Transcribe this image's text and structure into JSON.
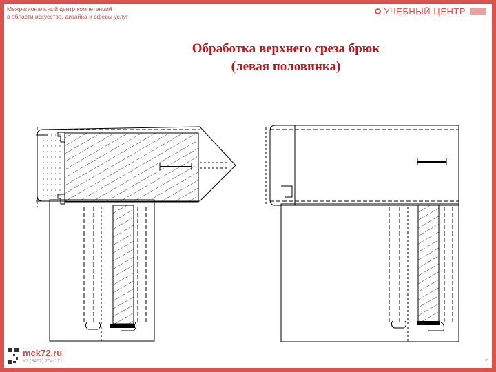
{
  "header": {
    "org_line1": "Межрегиональный центр компетенций",
    "org_line2": "в области искусства, дизайна и сферы услуг",
    "logo_text": "УЧЕБНЫЙ ЦЕНТР"
  },
  "title": {
    "line1": "Обработка  верхнего среза брюк",
    "line2": "(левая половинка)"
  },
  "footer": {
    "site": "mck72.ru",
    "phone": "+7 (3452) 204-171"
  },
  "page_number": "7",
  "colors": {
    "frame": "#d9534f",
    "title": "#c0141a",
    "drawing": "#000000"
  }
}
